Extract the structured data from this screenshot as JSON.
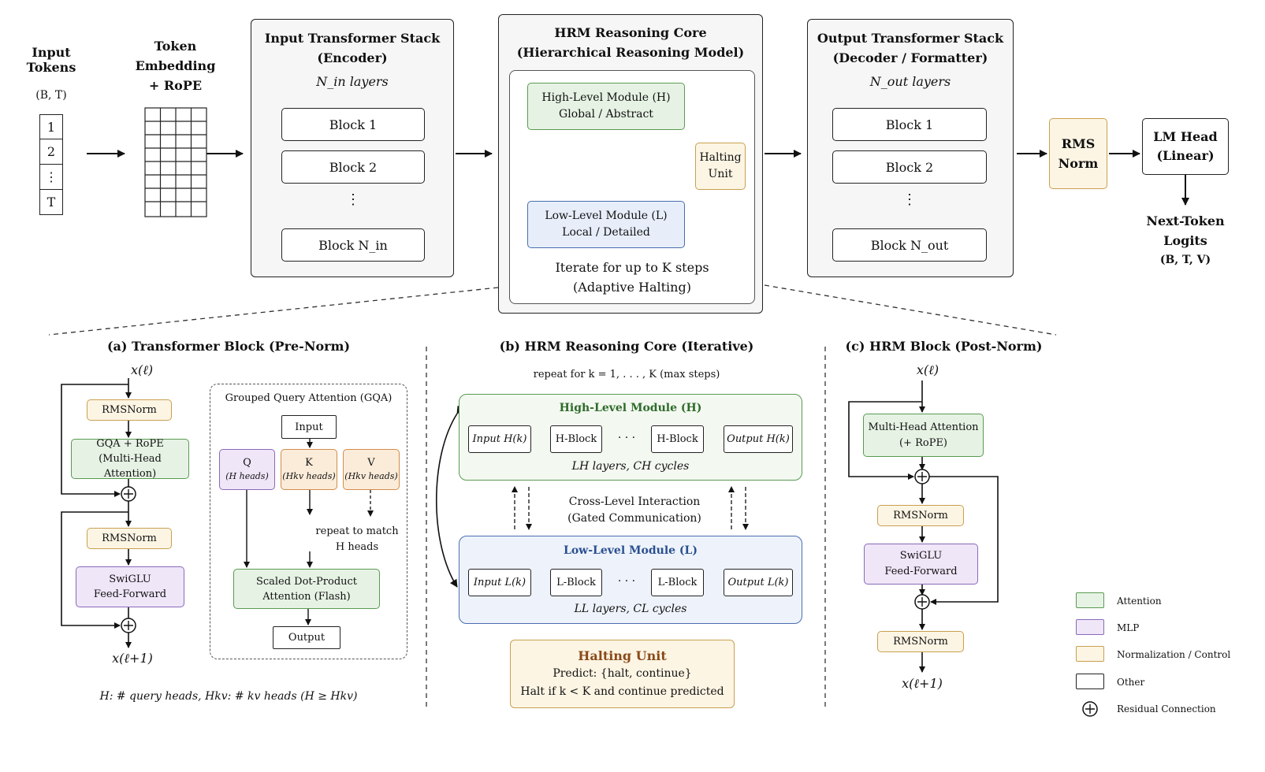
{
  "top": {
    "input_tokens": {
      "line1": "Input",
      "line2": "Tokens",
      "shape": "(B, T)",
      "cells": [
        "1",
        "2",
        "⋮",
        "T"
      ]
    },
    "embedding": {
      "line1": "Token",
      "line2": "Embedding",
      "line3": "+ RoPE"
    },
    "encoder": {
      "title1": "Input Transformer Stack",
      "title2": "(Encoder)",
      "layers": "N_in layers",
      "blocks": [
        "Block 1",
        "Block 2",
        "Block N_in"
      ],
      "dots": "⋮"
    },
    "hrm": {
      "title1": "HRM Reasoning Core",
      "title2": "(Hierarchical Reasoning Model)",
      "high1": "High-Level Module (H)",
      "high2": "Global / Abstract",
      "low1": "Low-Level Module (L)",
      "low2": "Local / Detailed",
      "halt1": "Halting",
      "halt2": "Unit",
      "iter1": "Iterate for up to K steps",
      "iter2": "(Adaptive Halting)"
    },
    "decoder": {
      "title1": "Output Transformer Stack",
      "title2": "(Decoder / Formatter)",
      "layers": "N_out layers",
      "blocks": [
        "Block 1",
        "Block 2",
        "Block N_out"
      ],
      "dots": "⋮"
    },
    "rms": {
      "line1": "RMS",
      "line2": "Norm"
    },
    "lmhead": {
      "line1": "LM Head",
      "line2": "(Linear)"
    },
    "logits": {
      "line1": "Next-Token",
      "line2": "Logits",
      "shape": "(B, T, V)"
    }
  },
  "panel_a": {
    "title": "(a) Transformer Block (Pre-Norm)",
    "x_in": "x(ℓ)",
    "x_out": "x(ℓ+1)",
    "rmsnorm1": "RMSNorm",
    "gqa1": "GQA + RoPE",
    "gqa2": "(Multi-Head Attention)",
    "rmsnorm2": "RMSNorm",
    "swiglu1": "SwiGLU",
    "swiglu2": "Feed-Forward",
    "gqa_box_title": "Grouped Query Attention (GQA)",
    "input": "Input",
    "q": "Q",
    "q_sub": "(H heads)",
    "k": "K",
    "k_sub": "(Hkv heads)",
    "v": "V",
    "v_sub": "(Hkv heads)",
    "repeat1": "repeat to match",
    "repeat2": "H heads",
    "sdpa1": "Scaled Dot-Product",
    "sdpa2": "Attention (Flash)",
    "output": "Output",
    "footnote": "H: # query heads,    Hkv: # kv heads (H ≥ Hkv)"
  },
  "panel_b": {
    "title": "(b) HRM Reasoning Core (Iterative)",
    "repeat": "repeat for k = 1, . . . , K (max steps)",
    "high_title": "High-Level Module (H)",
    "high_in": "Input H(k)",
    "hblock": "H-Block",
    "high_out": "Output H(k)",
    "high_caption": "LH layers, CH cycles",
    "cross1": "Cross-Level Interaction",
    "cross2": "(Gated Communication)",
    "low_title": "Low-Level Module (L)",
    "low_in": "Input L(k)",
    "lblock": "L-Block",
    "low_out": "Output L(k)",
    "low_caption": "LL layers, CL cycles",
    "dots": "· · ·",
    "halt_title": "Halting Unit",
    "halt_line1": "Predict: {halt, continue}",
    "halt_line2": "Halt if k < K and continue predicted"
  },
  "panel_c": {
    "title": "(c) HRM Block (Post-Norm)",
    "x_in": "x(ℓ)",
    "x_out": "x(ℓ+1)",
    "mha1": "Multi-Head Attention",
    "mha2": "(+ RoPE)",
    "rmsnorm1": "RMSNorm",
    "swiglu1": "SwiGLU",
    "swiglu2": "Feed-Forward",
    "rmsnorm2": "RMSNorm"
  },
  "legend": {
    "attention": "Attention",
    "mlp": "MLP",
    "norm": "Normalization / Control",
    "other": "Other",
    "residual": "Residual Connection"
  },
  "colors": {
    "attention": "#e6f3e4",
    "mlp": "#efe6f8",
    "norm": "#fdf5e4",
    "kv": "#fbecd9",
    "low": "#e7eefa"
  }
}
